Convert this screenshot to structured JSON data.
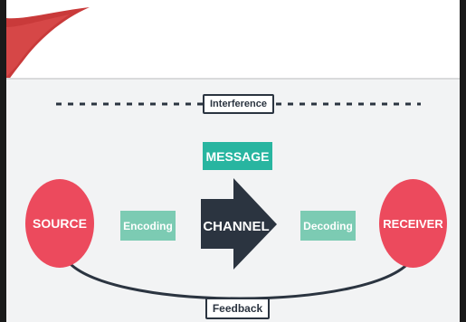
{
  "diagram": {
    "interference_label": "Interference",
    "message_label": "MESSAGE",
    "source_label": "SOURCE",
    "encoding_label": "Encoding",
    "channel_label": "CHANNEL",
    "decoding_label": "Decoding",
    "receiver_label": "RECEIVER",
    "feedback_label": "Feedback"
  },
  "colors": {
    "source_receiver": "#ec4a5d",
    "message": "#28b5a0",
    "encoding_decoding": "#7ccbb3",
    "channel_arrow": "#2b3440",
    "background": "#f2f3f4"
  }
}
